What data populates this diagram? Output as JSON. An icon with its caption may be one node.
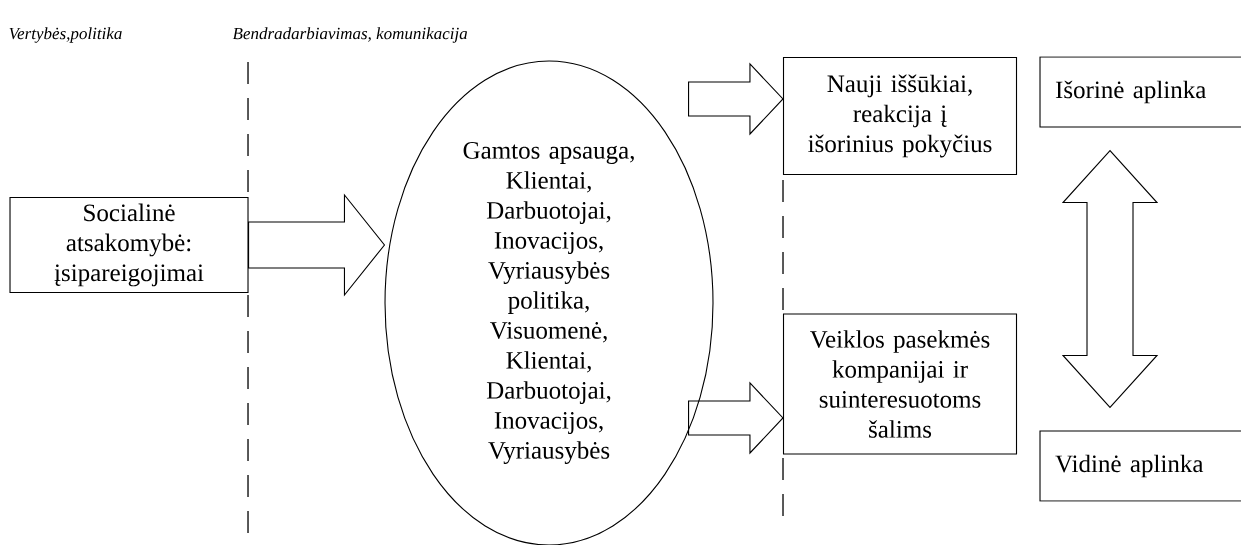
{
  "diagram": {
    "nodes": [
      {
        "text": [
          "Socialinė atsakomybė: įsipareigojimai"
        ]
      },
      {
        "text": [
          "Gamtos apsauga, Klientai, Darbuotojai, Inovacijos, Vyriausybės politika, Visuomenė, Klientai, Darbuotojai, Inovacijos, Vyriausybės"
        ]
      },
      {
        "text": [
          "Nauji iššūkiai, reakcija į išorinius pokyčius"
        ]
      },
      {
        "text": [
          "Veiklos pasekmės kompanijai ir suinteresuotoms šalims"
        ]
      },
      {
        "text": [
          "Išorinė aplinka"
        ]
      },
      {
        "text": [
          "Vidinė aplinka"
        ]
      }
    ],
    "edges": [
      {
        "from": 0,
        "to": 1,
        "arrow": "to"
      },
      {
        "from": 1,
        "to": 2,
        "arrow": "to"
      },
      {
        "from": 1,
        "to": 3,
        "arrow": "to"
      },
      {
        "from": 4,
        "to": 5,
        "arrow": "both"
      }
    ],
    "labels": [
      "Vertybės,politika",
      "Bendradarbiavimas, komunikacija"
    ]
  }
}
